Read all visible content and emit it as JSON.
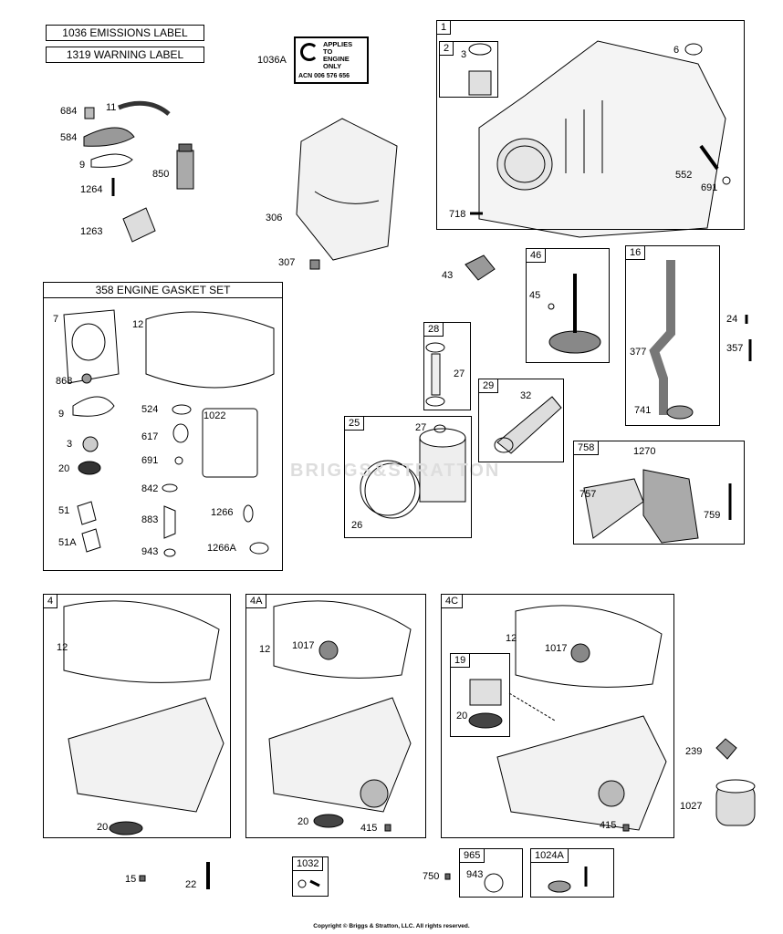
{
  "labels": {
    "emissions": "1036 EMISSIONS LABEL",
    "warning": "1319 WARNING LABEL"
  },
  "sticker": {
    "callout": "1036A",
    "line1": "APPLIES",
    "line2": "TO",
    "line3": "ENGINE",
    "line4": "ONLY",
    "acn": "ACN 006 576 656"
  },
  "watermark": "BRIGGS&STRATTON",
  "gasket_set": {
    "title": "358 ENGINE GASKET SET"
  },
  "boxes": {
    "b1": "1",
    "b2": "2",
    "b46": "46",
    "b16": "16",
    "b28": "28",
    "b29": "29",
    "b25": "25",
    "b758": "758",
    "b4": "4",
    "b4a": "4A",
    "b4c": "4C",
    "b19": "19",
    "b1032": "1032",
    "b965": "965",
    "b1024a": "1024A"
  },
  "callouts": {
    "c684": "684",
    "c11": "11",
    "c584": "584",
    "c9a": "9",
    "c850": "850",
    "c1264": "1264",
    "c1263": "1263",
    "c306": "306",
    "c307": "307",
    "c3a": "3",
    "c6": "6",
    "c552": "552",
    "c691a": "691",
    "c718": "718",
    "c43": "43",
    "c45": "45",
    "c24": "24",
    "c357": "357",
    "c377": "377",
    "c741": "741",
    "c27a": "27",
    "c32": "32",
    "c27b": "27",
    "c26": "26",
    "c1270": "1270",
    "c757": "757",
    "c759": "759",
    "g7": "7",
    "g12": "12",
    "g868": "868",
    "g9": "9",
    "g524": "524",
    "g1022": "1022",
    "g617": "617",
    "g3": "3",
    "g691": "691",
    "g20": "20",
    "g842": "842",
    "g51": "51",
    "g883": "883",
    "g1266": "1266",
    "g51a": "51A",
    "g943": "943",
    "g1266a": "1266A",
    "p12a": "12",
    "p20a": "20",
    "p12b": "12",
    "p1017a": "1017",
    "p20b": "20",
    "p415a": "415",
    "p12c": "12",
    "p1017b": "1017",
    "p20c": "20",
    "p415b": "415",
    "c239": "239",
    "c1027": "1027",
    "c15": "15",
    "c22": "22",
    "c750": "750",
    "c943b": "943"
  },
  "copyright": "Copyright © Briggs & Stratton, LLC. All rights reserved."
}
